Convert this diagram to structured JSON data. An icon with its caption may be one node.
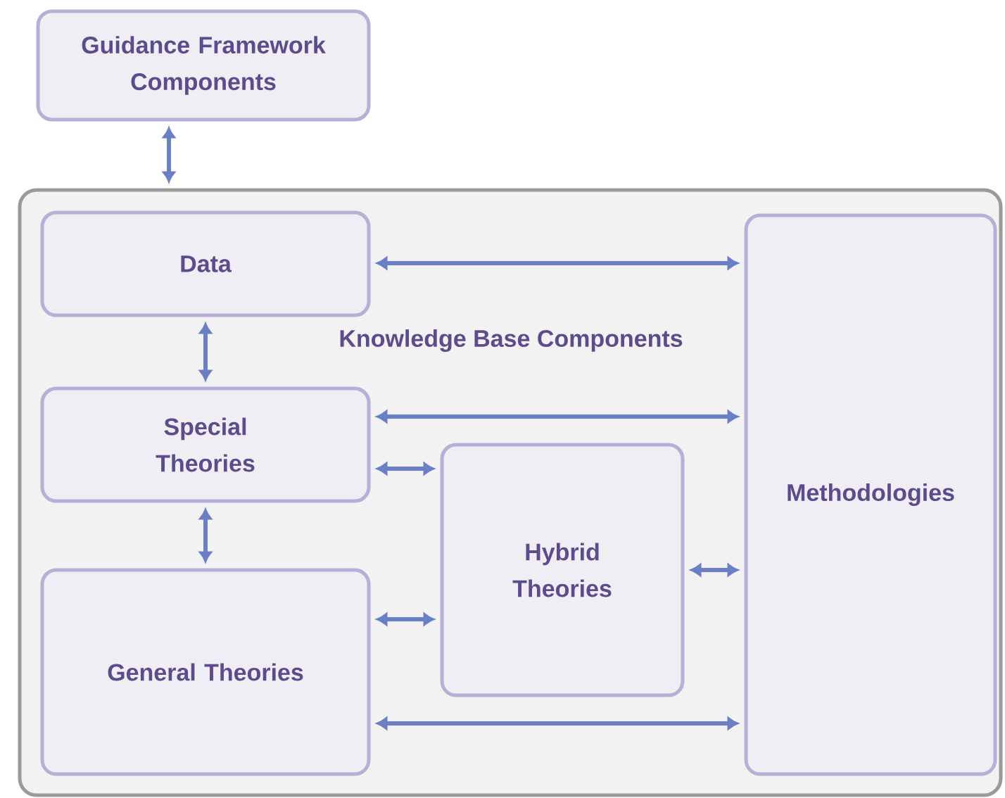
{
  "diagram": {
    "nodes": [
      {
        "text": [
          "Guidance Framework Components"
        ]
      },
      {
        "text": [
          "Knowledge Base Components"
        ]
      },
      {
        "text": [
          "Data"
        ],
        "in": 1
      },
      {
        "text": [
          "Special Theories"
        ],
        "in": 1
      },
      {
        "text": [
          "Hybrid Theories"
        ],
        "in": 1
      },
      {
        "text": [
          "General Theories"
        ],
        "in": 1
      },
      {
        "text": [
          "Methodologies"
        ],
        "in": 1
      }
    ],
    "edges": [
      {
        "from": 0,
        "to": 1,
        "arrow": "both"
      },
      {
        "from": 2,
        "to": 6,
        "arrow": "both"
      },
      {
        "from": 2,
        "to": 3,
        "arrow": "both"
      },
      {
        "from": 3,
        "to": 6,
        "arrow": "both"
      },
      {
        "from": 3,
        "to": 4,
        "arrow": "both"
      },
      {
        "from": 3,
        "to": 5,
        "arrow": "both"
      },
      {
        "from": 5,
        "to": 4,
        "arrow": "both"
      },
      {
        "from": 4,
        "to": 6,
        "arrow": "both"
      },
      {
        "from": 5,
        "to": 6,
        "arrow": "both"
      }
    ]
  }
}
